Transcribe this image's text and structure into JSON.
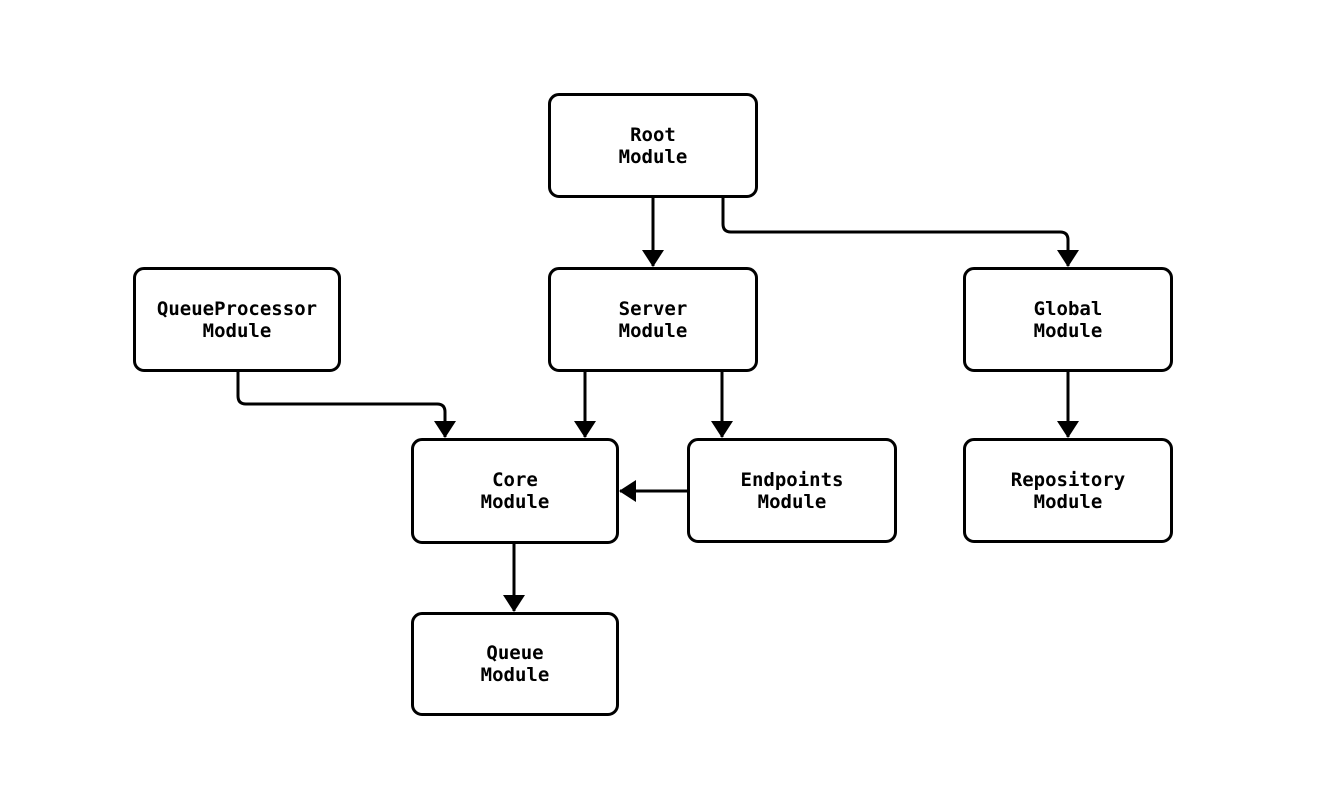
{
  "diagram": {
    "type": "module-dependency-graph",
    "background_color": "#ffffff",
    "node_border_color": "#000000",
    "node_fill_color": "#ffffff",
    "edge_color": "#000000",
    "text_color": "#000000",
    "nodes": [
      {
        "id": "root",
        "line1": "Root",
        "line2": "Module",
        "label": "Root Module"
      },
      {
        "id": "queueprocessor",
        "line1": "QueueProcessor",
        "line2": "Module",
        "label": "QueueProcessor Module"
      },
      {
        "id": "server",
        "line1": "Server",
        "line2": "Module",
        "label": "Server Module"
      },
      {
        "id": "global",
        "line1": "Global",
        "line2": "Module",
        "label": "Global Module"
      },
      {
        "id": "core",
        "line1": "Core",
        "line2": "Module",
        "label": "Core Module"
      },
      {
        "id": "endpoints",
        "line1": "Endpoints",
        "line2": "Module",
        "label": "Endpoints Module"
      },
      {
        "id": "repository",
        "line1": "Repository",
        "line2": "Module",
        "label": "Repository Module"
      },
      {
        "id": "queue",
        "line1": "Queue",
        "line2": "Module",
        "label": "Queue Module"
      }
    ],
    "edges": [
      {
        "from": "Root Module",
        "to": "Server Module"
      },
      {
        "from": "Root Module",
        "to": "Global Module"
      },
      {
        "from": "QueueProcessor Module",
        "to": "Core Module"
      },
      {
        "from": "Server Module",
        "to": "Core Module"
      },
      {
        "from": "Server Module",
        "to": "Endpoints Module"
      },
      {
        "from": "Endpoints Module",
        "to": "Core Module"
      },
      {
        "from": "Global Module",
        "to": "Repository Module"
      },
      {
        "from": "Core Module",
        "to": "Queue Module"
      }
    ]
  }
}
